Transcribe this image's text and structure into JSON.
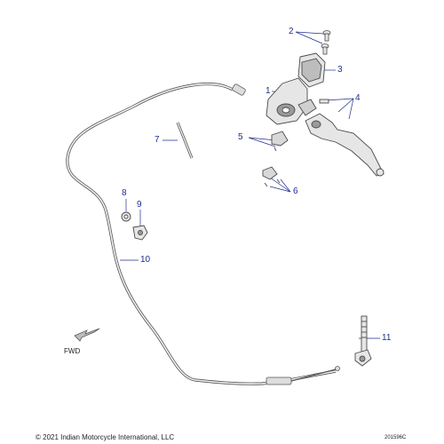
{
  "callouts": [
    {
      "id": "1",
      "label": "1"
    },
    {
      "id": "2",
      "label": "2"
    },
    {
      "id": "3",
      "label": "3"
    },
    {
      "id": "4",
      "label": "4"
    },
    {
      "id": "5",
      "label": "5"
    },
    {
      "id": "6",
      "label": "6"
    },
    {
      "id": "7",
      "label": "7"
    },
    {
      "id": "8",
      "label": "8"
    },
    {
      "id": "9",
      "label": "9"
    },
    {
      "id": "10",
      "label": "10"
    },
    {
      "id": "11",
      "label": "11"
    }
  ],
  "fwd_label": "FWD",
  "copyright": "© 2021 Indian Motorcycle International, LLC",
  "drawing_code": "201596C",
  "colors": {
    "callout": "#1f2f8f",
    "line": "#1f2f8f",
    "part_stroke": "#4a4a4a",
    "part_fill": "#e6e6e6",
    "part_dark": "#9a9a9a"
  }
}
